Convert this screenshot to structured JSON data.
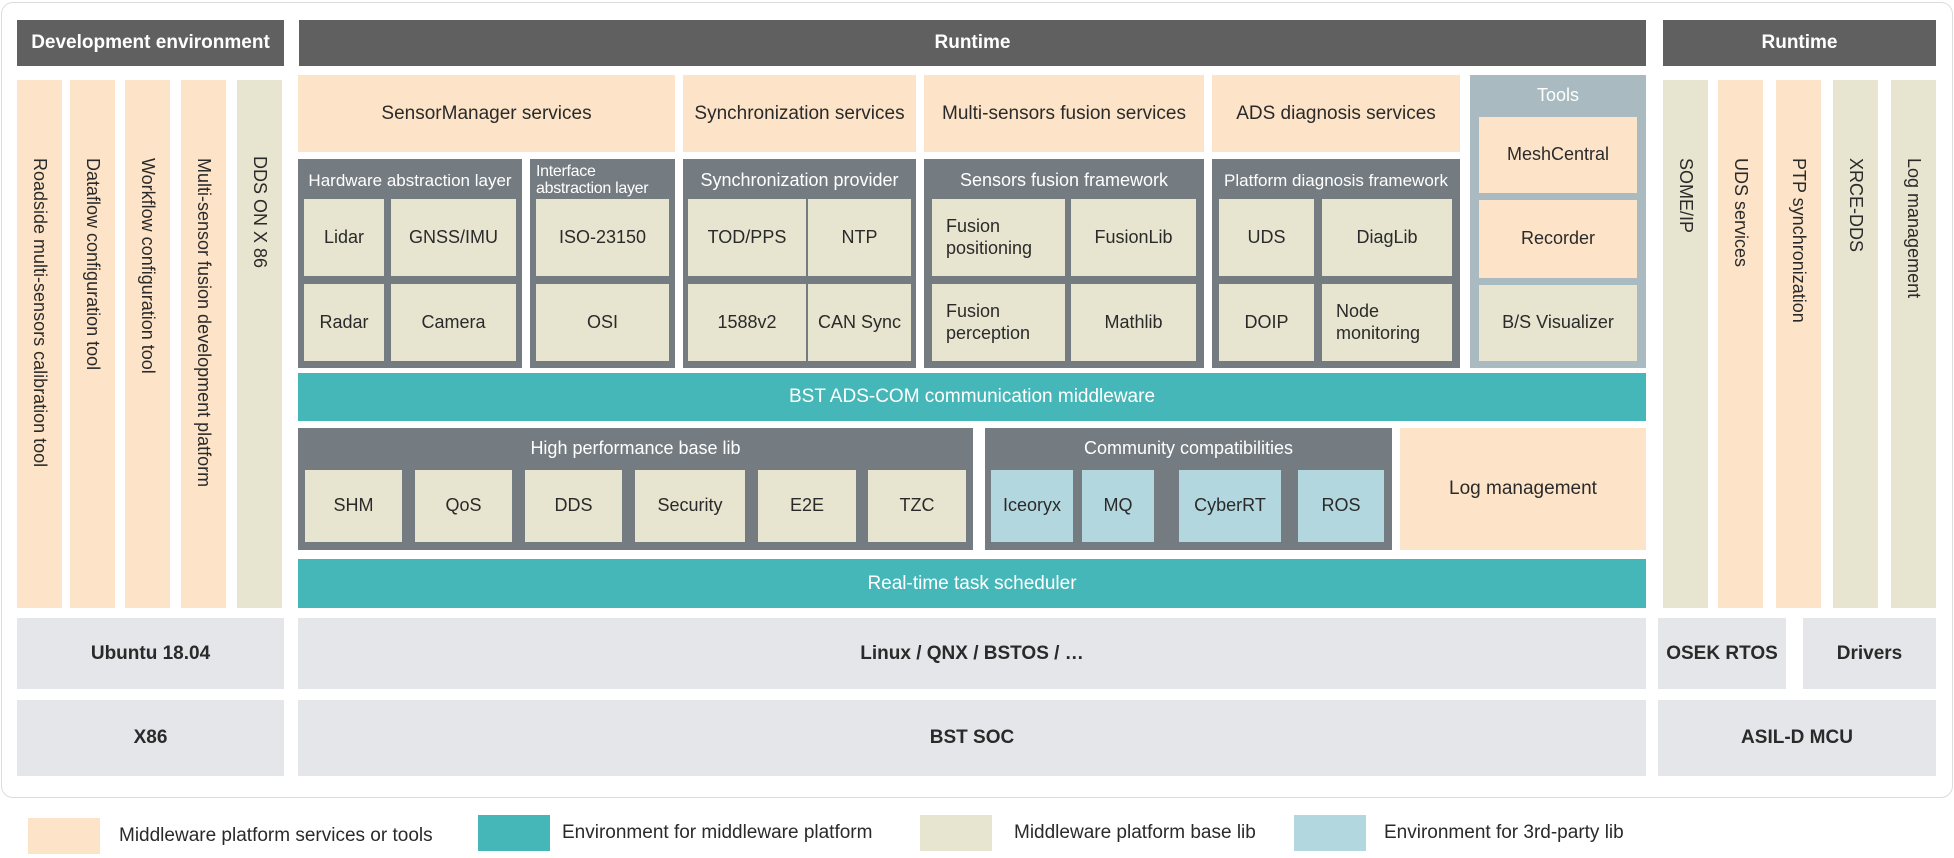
{
  "headers": {
    "dev": "Development environment",
    "runtime_main": "Runtime",
    "runtime_right": "Runtime"
  },
  "dev_tools": [
    "Roadside multi-sensors calibration tool",
    "Dataflow configuration tool",
    "Workflow configuration tool",
    "Multi-sensor fusion development platform",
    "DDS ON X 86"
  ],
  "services": {
    "sensor_manager": "SensorManager services",
    "synchronization": "Synchronization services",
    "fusion": "Multi-sensors fusion services",
    "diagnosis": "ADS diagnosis services"
  },
  "tools": {
    "title": "Tools",
    "items": [
      "MeshCentral",
      "Recorder",
      "B/S Visualizer"
    ]
  },
  "frameworks": {
    "hal": {
      "title": "Hardware abstraction layer",
      "items": [
        "Lidar",
        "GNSS/IMU",
        "Radar",
        "Camera"
      ]
    },
    "ial": {
      "title": "Interface abstraction layer",
      "items": [
        "ISO-23150",
        "OSI"
      ]
    },
    "sync": {
      "title": "Synchronization provider",
      "items": [
        "TOD/PPS",
        "NTP",
        "1588v2",
        "CAN Sync"
      ]
    },
    "sff": {
      "title": "Sensors fusion framework",
      "items": [
        "Fusion positioning",
        "FusionLib",
        "Fusion perception",
        "Mathlib"
      ]
    },
    "pdf": {
      "title": "Platform diagnosis framework",
      "items": [
        "UDS",
        "DiagLib",
        "DOIP",
        "Node monitoring"
      ]
    }
  },
  "middleware": "BST ADS-COM communication middleware",
  "base_lib": {
    "title": "High performance base lib",
    "items": [
      "SHM",
      "QoS",
      "DDS",
      "Security",
      "E2E",
      "TZC"
    ]
  },
  "community": {
    "title": "Community compatibilities",
    "items": [
      "Iceoryx",
      "MQ",
      "CyberRT",
      "ROS"
    ]
  },
  "log_management": "Log management",
  "scheduler": "Real-time task scheduler",
  "right_runtime": [
    "SOME/IP",
    "UDS services",
    "PTP synchronization",
    "XRCE-DDS",
    "Log management"
  ],
  "os_row": {
    "dev": "Ubuntu 18.04",
    "main": "Linux / QNX / BSTOS / …",
    "right_a": "OSEK RTOS",
    "right_b": "Drivers"
  },
  "hw_row": {
    "dev": "X86",
    "main": "BST SOC",
    "right": "ASIL-D MCU"
  },
  "legend": [
    {
      "label": "Middleware platform services or tools",
      "color": "#fde4c8"
    },
    {
      "label": "Environment for middleware platform",
      "color": "#46b7b8"
    },
    {
      "label": "Middleware platform base lib",
      "color": "#e7e4cf"
    },
    {
      "label": "Environment for 3rd-party lib",
      "color": "#b3d7df"
    }
  ],
  "colors": {
    "header": "#606060",
    "framework": "#747b81",
    "tools_panel": "#a9bbc0",
    "peach": "#fde4c8",
    "beige": "#e7e4cf",
    "teal": "#46b7b8",
    "blue": "#b3d7df",
    "grey": "#e5e6e9"
  }
}
